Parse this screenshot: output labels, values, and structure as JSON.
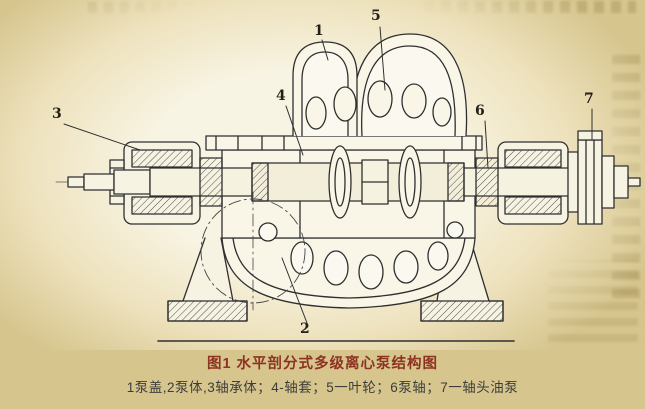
{
  "figure": {
    "caption_title": "图1 水平剖分式多级离心泵结构图",
    "parts_list": "1泵盖,2泵体,3轴承体；4-轴套；5一叶轮；6泵轴；7一轴头油泵",
    "callouts": [
      {
        "id": "1",
        "part": "泵盖"
      },
      {
        "id": "2",
        "part": "泵体"
      },
      {
        "id": "3",
        "part": "轴承体"
      },
      {
        "id": "4",
        "part": "轴套"
      },
      {
        "id": "5",
        "part": "叶轮"
      },
      {
        "id": "6",
        "part": "泵轴"
      },
      {
        "id": "7",
        "part": "轴头油泵"
      }
    ],
    "colors": {
      "caption_title": "#8e3222",
      "parts_list": "#3d3d3d",
      "line_art": "#2f2f2f",
      "paper": "#d6c58d"
    }
  }
}
